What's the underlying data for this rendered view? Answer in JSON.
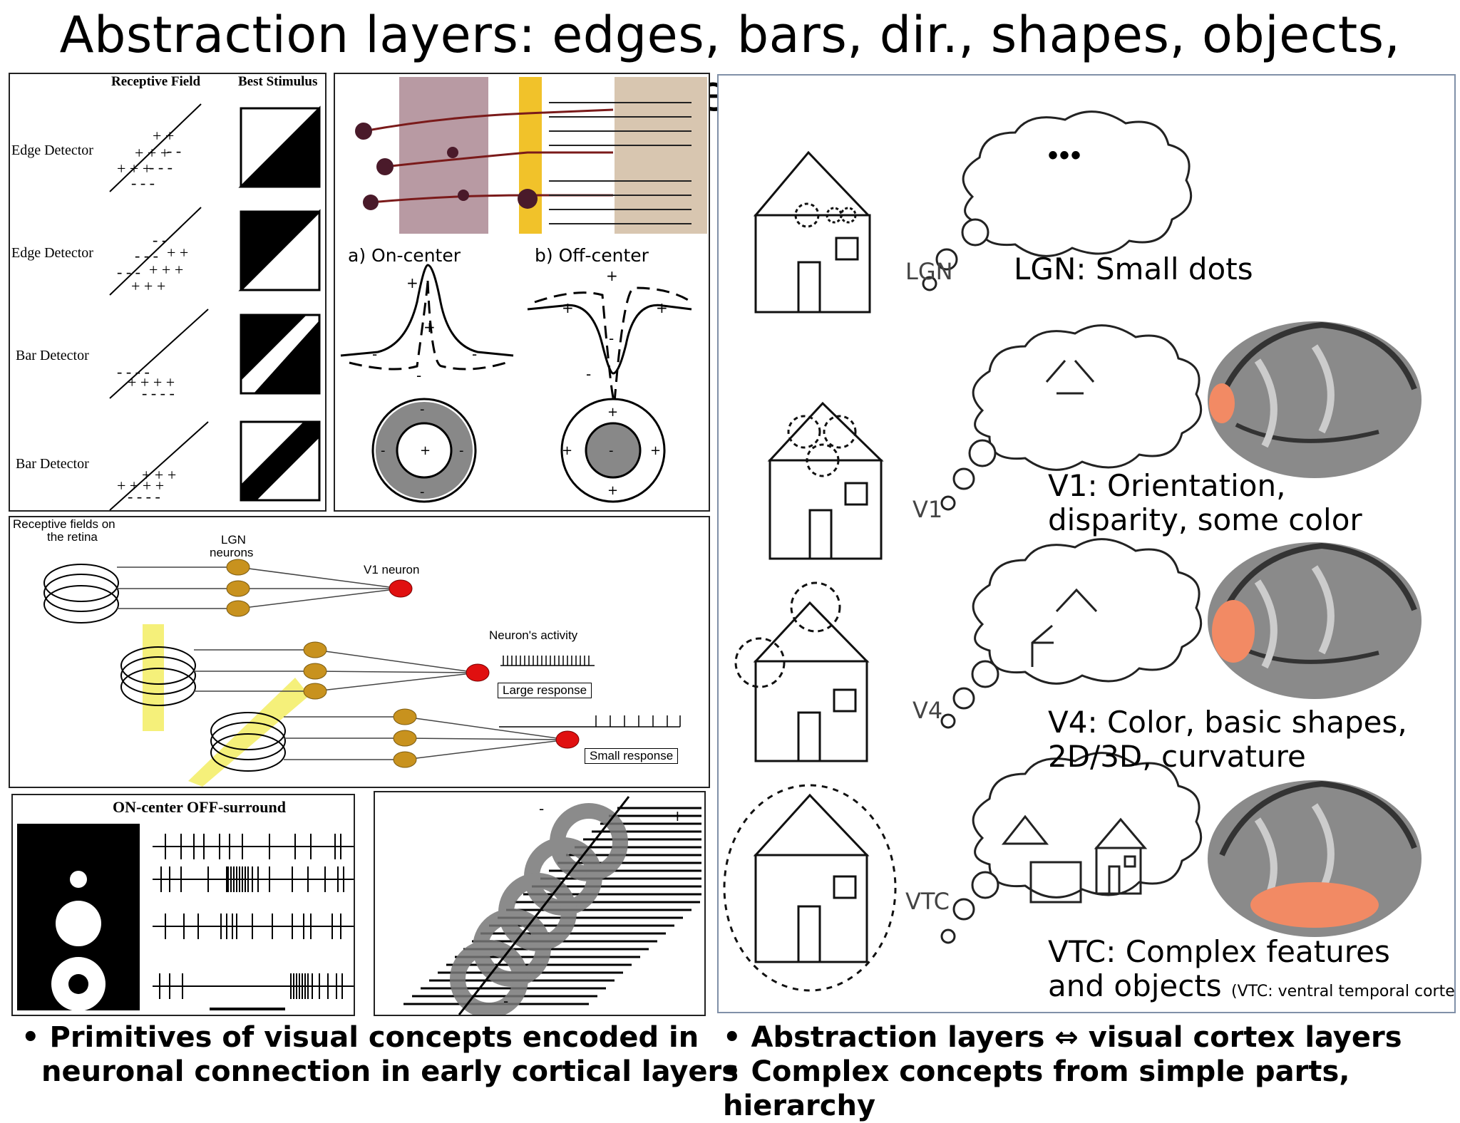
{
  "title": "Abstraction layers: edges, bars, dir., shapes, objects, scenes",
  "panel_detectors": {
    "col_receptive": "Receptive Field",
    "col_best": "Best Stimulus",
    "rows": [
      "Edge Detector",
      "Edge Detector",
      "Bar Detector",
      "Bar Detector"
    ]
  },
  "panel_center": {
    "on_label": "a) On-center",
    "off_label": "b) Off-center"
  },
  "panel_retina": {
    "rf_label_1": "Receptive fields on",
    "rf_label_2": "the retina",
    "lgn_label_1": "LGN",
    "lgn_label_2": "neurons",
    "v1_label": "V1 neuron",
    "activity_label": "Neuron's activity",
    "large_response": "Large response",
    "small_response": "Small response"
  },
  "panel_spikes": {
    "title": "ON-center OFF-surround"
  },
  "panel_right": {
    "stage_labels": [
      "LGN",
      "V1",
      "V4",
      "VTC"
    ],
    "cloud_dots": "•••",
    "desc_lgn": "LGN: Small dots",
    "desc_v1_1": "V1: Orientation,",
    "desc_v1_2": "disparity, some color",
    "desc_v4_1": "V4: Color, basic shapes,",
    "desc_v4_2": "2D/3D, curvature",
    "desc_vtc_1": "VTC: Complex features",
    "desc_vtc_2": "and objects",
    "desc_vtc_note": "(VTC: ventral temporal cortex)"
  },
  "bullets_left": [
    "Primitives of visual concepts encoded in",
    "neuronal connection in early cortical layers"
  ],
  "bullets_right": [
    "Abstraction layers ⇔ visual cortex layers",
    "Complex concepts from simple parts, hierarchy"
  ],
  "colors": {
    "highlight": "#f28a64",
    "neuron_gold": "#c8921e",
    "neuron_red": "#e01010",
    "yellow": "#f5f07a"
  }
}
